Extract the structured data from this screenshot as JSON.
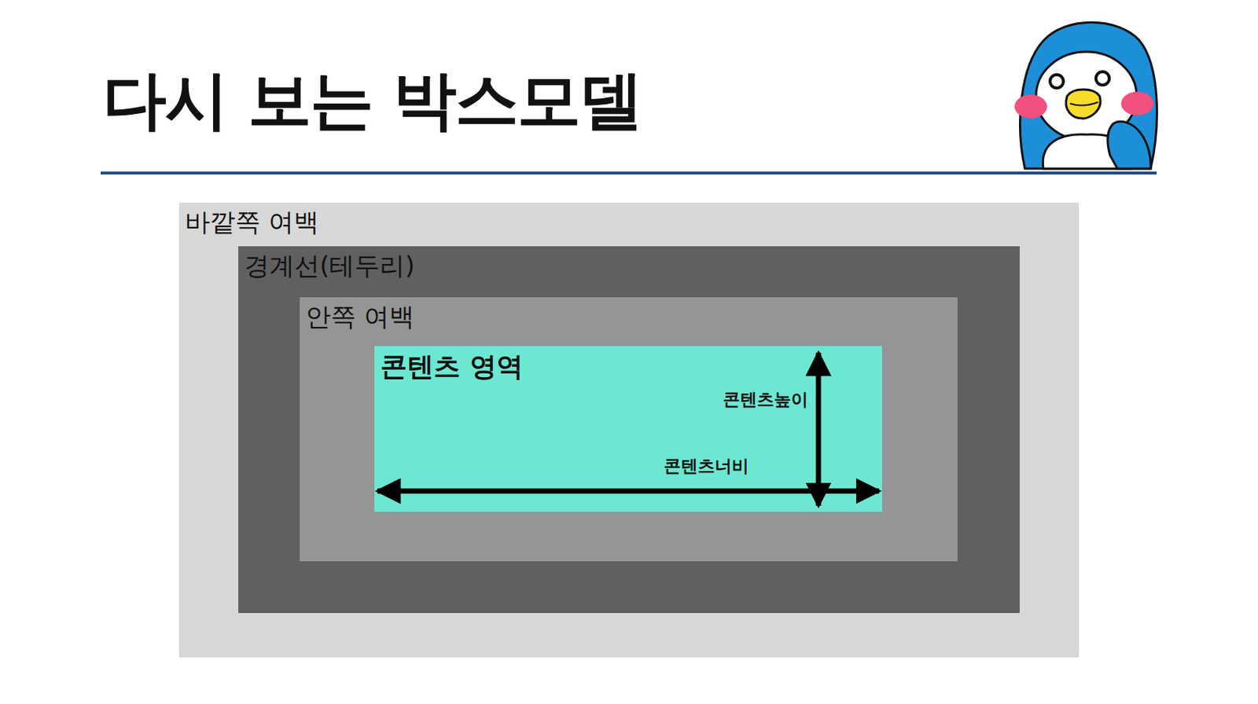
{
  "diagram": {
    "title": "다시 보는 박스모델",
    "nodes": [
      {
        "text": [
          "바깥쪽 여백"
        ]
      },
      {
        "text": [
          "경계선(테두리)"
        ],
        "in": 0
      },
      {
        "text": [
          "안쪽 여백"
        ],
        "in": 1
      },
      {
        "text": [
          "콘텐츠 영역"
        ],
        "in": 2
      }
    ],
    "labels": [
      "콘텐츠높이",
      "콘텐츠너비"
    ]
  }
}
